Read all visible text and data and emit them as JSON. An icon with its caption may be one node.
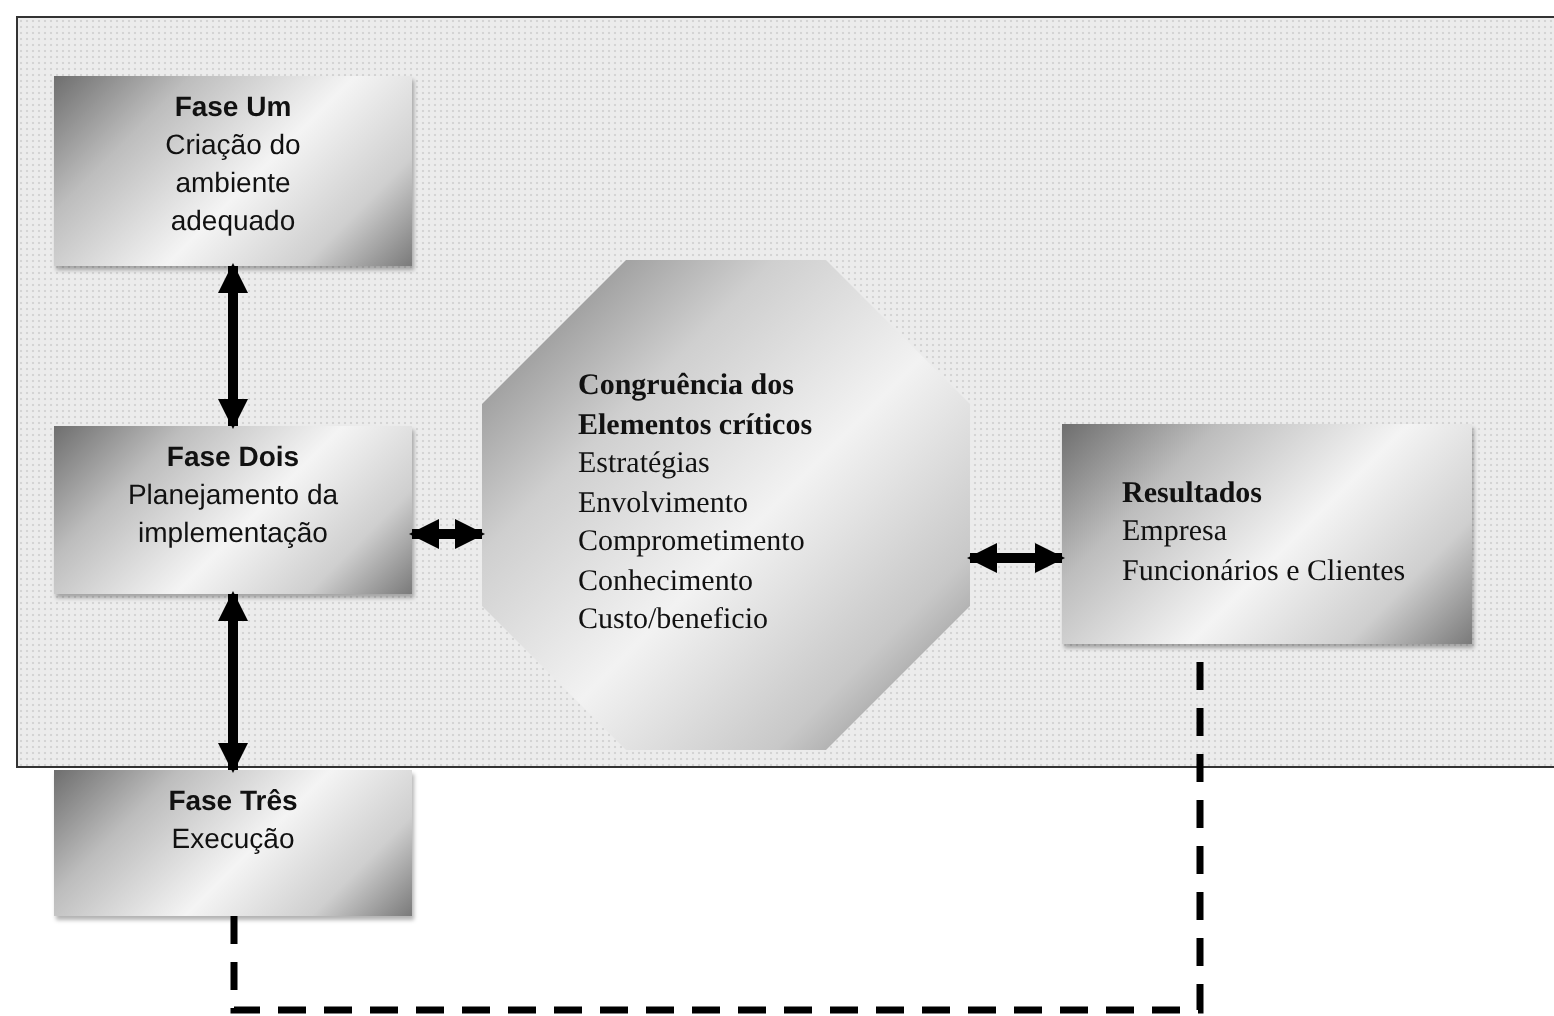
{
  "diagram": {
    "nodes": [
      {
        "text": [
          "Fase Um",
          "Criação do ambiente adequado"
        ]
      },
      {
        "text": [
          "Fase Dois",
          "Planejamento da implementação"
        ]
      },
      {
        "text": [
          "Fase Três",
          "Execução"
        ]
      },
      {
        "text": [
          "Congruência dos Elementos críticos",
          "Estratégias",
          "Envolvimento",
          "Comprometimento",
          "Conhecimento",
          "Custo/beneficio"
        ]
      },
      {
        "text": [
          "Resultados",
          "Empresa",
          "Funcionários e Clientes"
        ]
      }
    ],
    "edges": [
      {
        "from": 0,
        "to": 1,
        "arrow": "both"
      },
      {
        "from": 1,
        "to": 2,
        "arrow": "both"
      },
      {
        "from": 1,
        "to": 3,
        "arrow": "both"
      },
      {
        "from": 3,
        "to": 4,
        "arrow": "both"
      },
      {
        "from": 2,
        "to": 4,
        "arrow": "none",
        "style": "dashed"
      }
    ]
  }
}
